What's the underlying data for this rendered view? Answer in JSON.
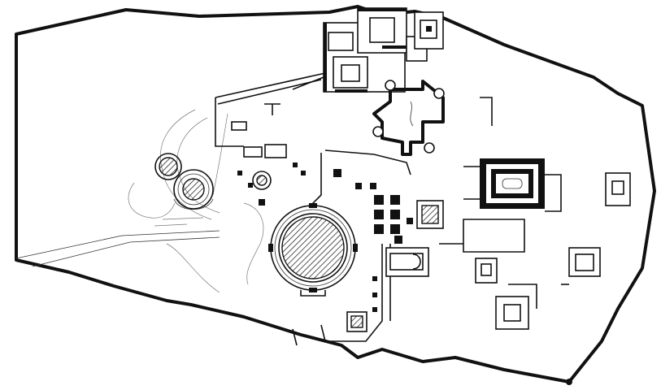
{
  "plan": {
    "colors": {
      "ink": "#111111",
      "paper": "#ffffff",
      "faint_line": "#777777"
    },
    "features": [
      "enclosure-wall",
      "great-round-monument",
      "double-round-monument",
      "small-round-monument",
      "cross-shaped-building",
      "courtyard-palace",
      "north-shrine",
      "colonnaded-temple",
      "apsidal-building",
      "square-pavilions",
      "roadway",
      "contour-lines"
    ]
  }
}
